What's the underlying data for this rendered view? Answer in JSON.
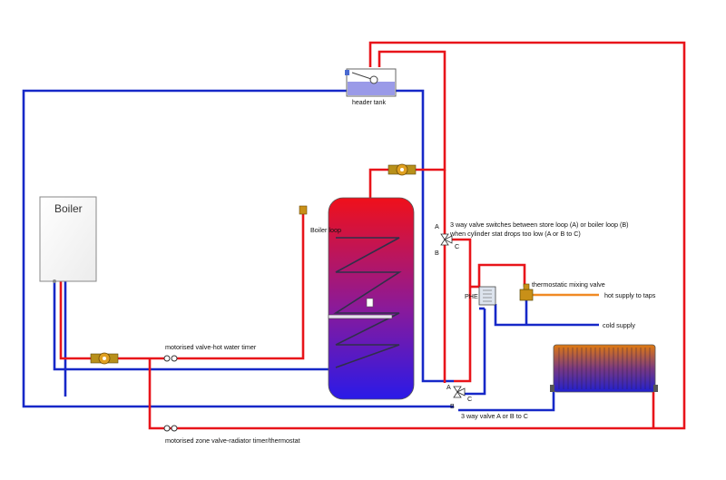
{
  "labels": {
    "boiler": "Boiler",
    "header_tank": "header tank",
    "boiler_loop": "Boiler loop",
    "valve_top_line1": "3 way valve switches between store loop (A) or boiler loop (B)",
    "valve_top_line2": "when cylinder stat drops too low (A or B to C)",
    "port_a": "A",
    "port_b": "B",
    "port_c": "C",
    "thermostatic_mixing_valve": "thermostatic mixing valve",
    "phe": "PHE",
    "hot_supply": "hot supply to taps",
    "cold_supply": "cold supply",
    "motorised_valve_hw": "motorised valve-hot water timer",
    "motorised_zone_valve": "motorised zone valve-radiator timer/thermostat",
    "valve_bottom": "3 way valve A or B to C"
  },
  "colors": {
    "flow": "#e8141a",
    "return": "#1628c8",
    "hot_tap": "#f08a24",
    "cylinder_top": "#f0101a",
    "cylinder_bottom": "#2a1ae8",
    "radiator_top": "#e07a10",
    "radiator_bottom": "#2020d0"
  }
}
